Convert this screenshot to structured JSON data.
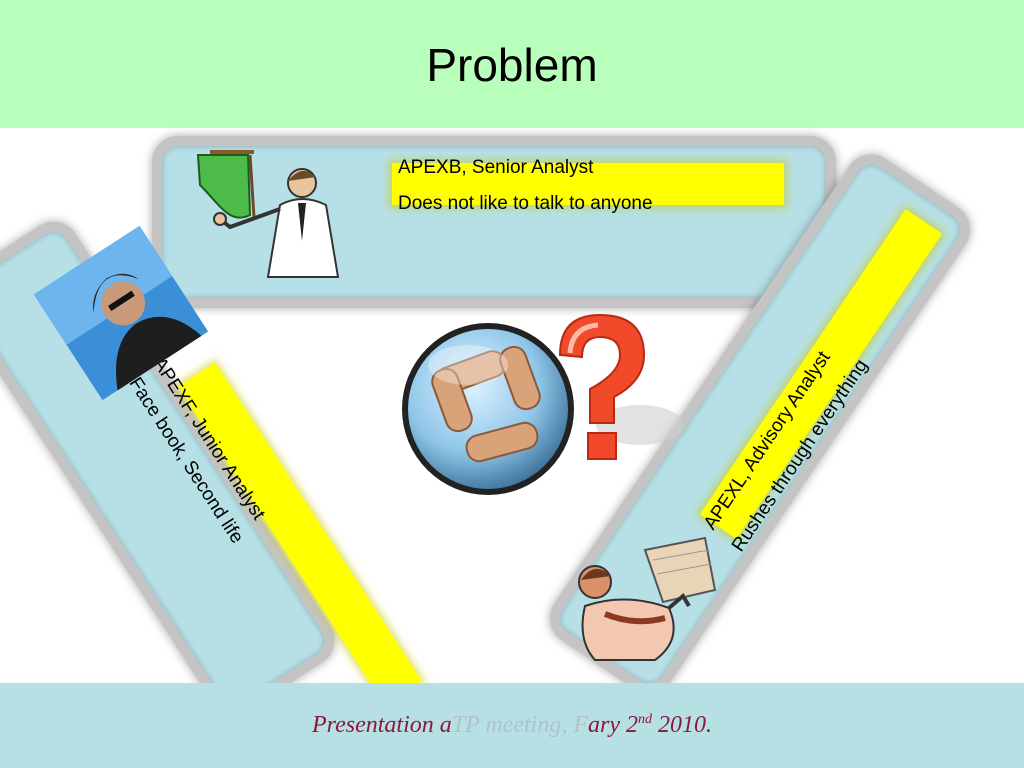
{
  "slide": {
    "title": "Problem",
    "footer": {
      "text_before": "Presentation a",
      "text_middle": "TP meeting, F",
      "text_after": "ary 2",
      "sup": "nd",
      "year": " 2010."
    },
    "colors": {
      "header": "#b9ffbc",
      "footer": "#b7e0e5",
      "panel": "#b6e0e6",
      "highlight": "#ffff00",
      "footer_text": "#8b1a3a"
    }
  },
  "panels": {
    "top": {
      "line1": "APEXB, Senior Analyst",
      "line2": "Does not like to talk to anyone",
      "icon": "presenter-icon"
    },
    "left": {
      "line1": "APEXF, Junior Analyst",
      "line2": "Face book, Second life",
      "icon": "woman-photo-icon"
    },
    "right": {
      "line1": "APEXL, Advisory Analyst",
      "line2": "Rushes through everything",
      "icon": "running-man-icon"
    }
  },
  "center": {
    "icon1": "joined-hands-icon",
    "icon2": "question-mark-icon"
  }
}
